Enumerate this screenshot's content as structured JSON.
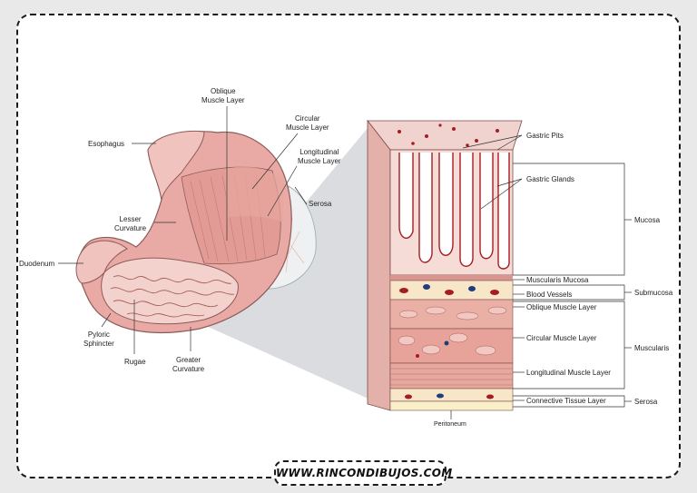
{
  "stomach_labels": {
    "oblique": "Oblique\nMuscle Layer",
    "circular": "Circular\nMuscle Layer",
    "longitudinal": "Longitudinal\nMuscle Layer",
    "esophagus": "Esophagus",
    "serosa": "Serosa",
    "lesser_curvature": "Lesser\nCurvature",
    "duodenum": "Duodenum",
    "pyloric_sphincter": "Pyloric\nSphincter",
    "rugae": "Rugae",
    "greater_curvature": "Greater\nCurvature"
  },
  "wall_labels": {
    "gastric_pits": "Gastric Pits",
    "gastric_glands": "Gastric Glands",
    "muscularis_mucosa": "Muscularis Mucosa",
    "blood_vessels": "Blood Vessels",
    "oblique_layer": "Oblique Muscle Layer",
    "circular_layer": "Circular Muscle Layer",
    "longitudinal_layer": "Longitudinal Muscle Layer",
    "connective_tissue": "Connective Tissue Layer",
    "peritoneum": "Peritoneum"
  },
  "layer_groups": {
    "mucosa": "Mucosa",
    "submucosa": "Submucosa",
    "muscularis": "Muscularis",
    "serosa": "Serosa"
  },
  "footer": {
    "website": "WWW.RINCONDIBUJOS.COM"
  },
  "colors": {
    "muscle": "#e8a9a4",
    "muscle_dark": "#c97e79",
    "lining": "#f3d6d2",
    "vessel": "#a51c22",
    "background": "#e9e9e9"
  }
}
